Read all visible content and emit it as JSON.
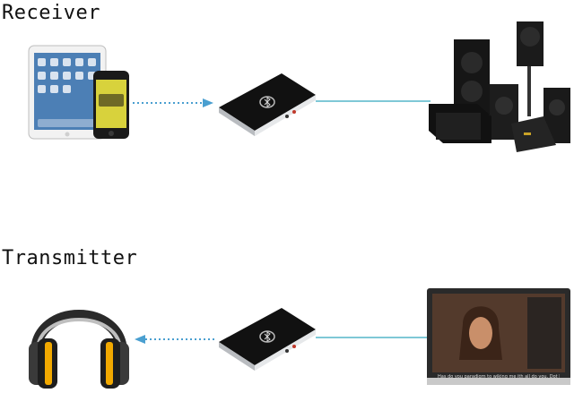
{
  "modes": {
    "receiver": {
      "title": "Receiver"
    },
    "transmitter": {
      "title": "Transmitter",
      "tv_caption": "Has do you paradigm to wiking me ith all do you. Dot I can't imagine living without"
    }
  },
  "icons": {
    "source_devices": "tablet-and-phone-icon",
    "adapter": "bluetooth-adapter-icon",
    "speakers": "speaker-stack-icon",
    "headphones": "headphones-icon",
    "tv": "tv-icon"
  },
  "colors": {
    "dotted_line": "#4a9fd0",
    "cable": "#7fc8d6",
    "adapter_body": "#111111",
    "headphone_accent": "#f2a900"
  }
}
